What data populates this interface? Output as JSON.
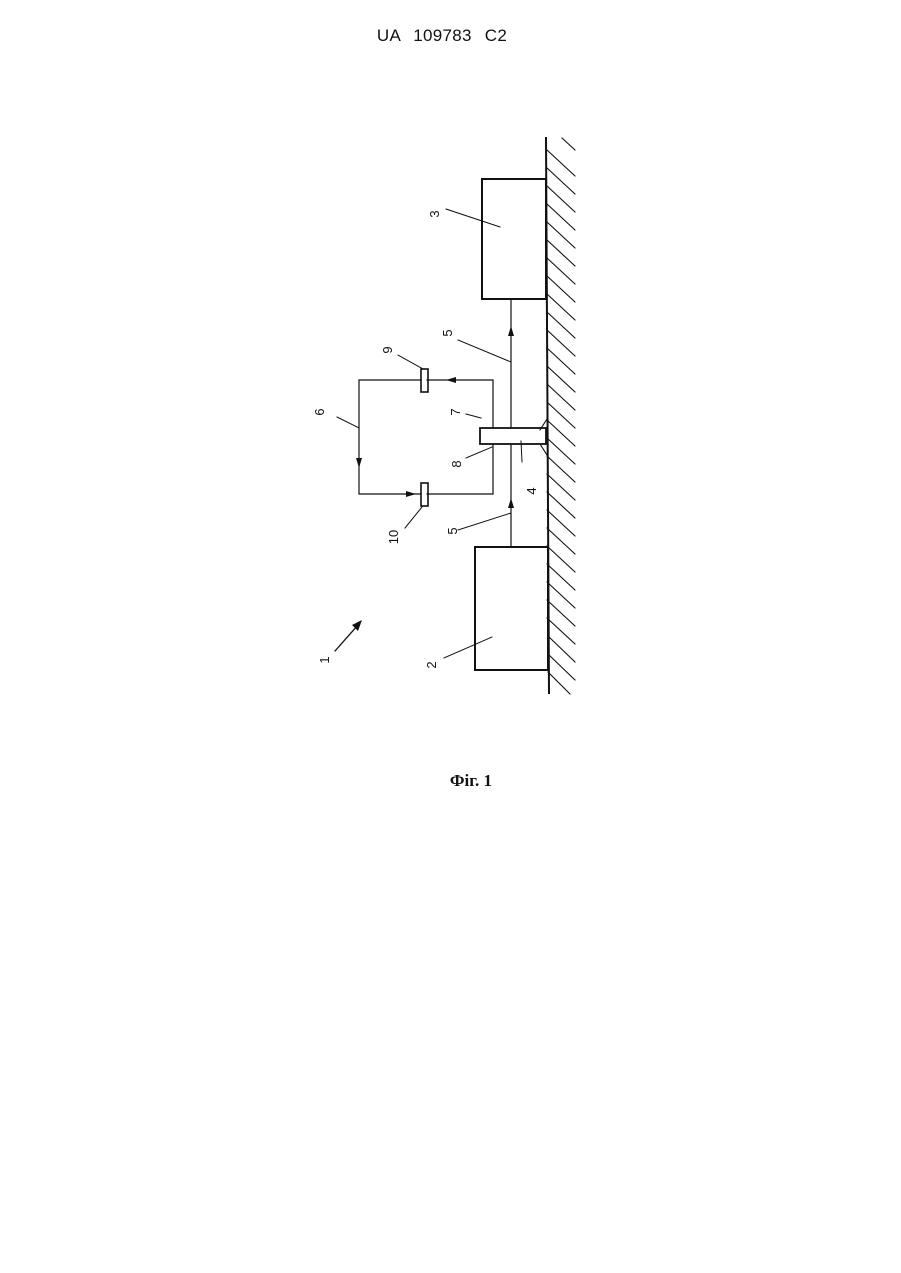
{
  "header": {
    "document_id": "UA   109783   C2"
  },
  "figure": {
    "caption": "Фіг. 1",
    "labels": {
      "system": "1",
      "unit_2": "2",
      "unit_3": "3",
      "element_4": "4",
      "line_5_upper": "5",
      "line_5_lower": "5",
      "loop_6": "6",
      "point_7": "7",
      "point_8": "8",
      "sensor_9": "9",
      "sensor_10": "10"
    }
  }
}
